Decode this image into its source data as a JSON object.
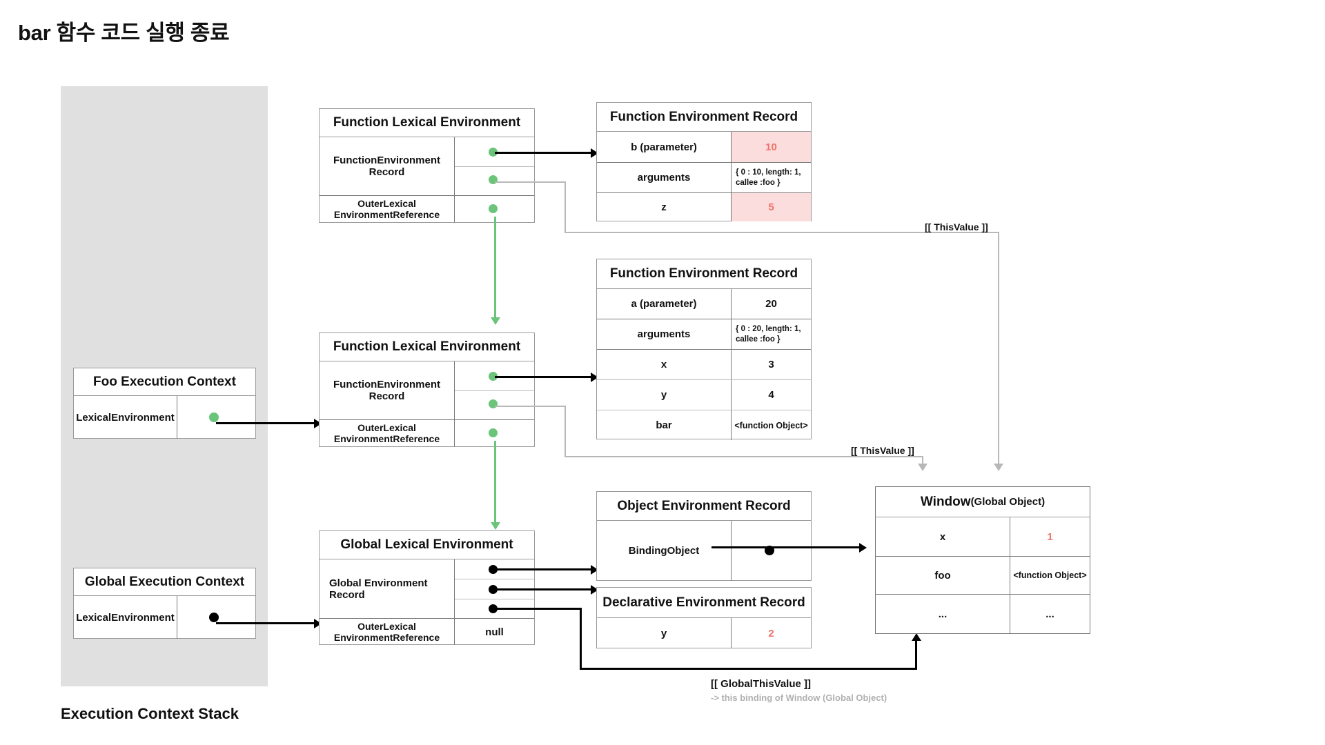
{
  "title": "bar 함수 코드 실행 종료",
  "stack": {
    "caption": "Execution Context Stack",
    "contexts": [
      {
        "title": "Foo Execution Context",
        "field": "LexicalEnvironment",
        "pointer": "green-dot"
      },
      {
        "title": "Global Execution Context",
        "field": "LexicalEnvironment",
        "pointer": "black-dot"
      }
    ]
  },
  "lexical_environments": {
    "bar": {
      "title": "Function Lexical Environment",
      "record_label": "FunctionEnvironment Record",
      "outer_label": "OuterLexical EnvironmentReference"
    },
    "foo": {
      "title": "Function Lexical Environment",
      "record_label": "FunctionEnvironment Record",
      "outer_label": "OuterLexical EnvironmentReference"
    },
    "global": {
      "title": "Global Lexical Environment",
      "record_label": "Global Environment Record",
      "outer_label": "OuterLexical EnvironmentReference",
      "outer_value": "null"
    }
  },
  "records": {
    "bar_fer": {
      "title": "Function Environment Record",
      "rows": [
        {
          "key": "b (parameter)",
          "value": "10",
          "highlight": true
        },
        {
          "key": "arguments",
          "value": "{ 0 : 10, length: 1, callee :foo }",
          "highlight": false
        },
        {
          "key": "z",
          "value": "5",
          "highlight": true
        }
      ]
    },
    "foo_fer": {
      "title": "Function Environment Record",
      "rows": [
        {
          "key": "a (parameter)",
          "value": "20",
          "highlight": false
        },
        {
          "key": "arguments",
          "value": "{ 0 : 20, length: 1, callee :foo }",
          "highlight": false
        },
        {
          "key": "x",
          "value": "3",
          "highlight": false
        },
        {
          "key": "y",
          "value": "4",
          "highlight": false
        },
        {
          "key": "bar",
          "value": "<function Object>",
          "highlight": false
        }
      ]
    },
    "object_er": {
      "title": "Object Environment Record",
      "rows": [
        {
          "key": "BindingObject",
          "value": "",
          "highlight": false
        }
      ]
    },
    "declarative_er": {
      "title": "Declarative Environment Record",
      "rows": [
        {
          "key": "y",
          "value": "2",
          "highlight": true
        }
      ]
    },
    "window": {
      "title_main": "Window",
      "title_sub": "(Global Object)",
      "rows": [
        {
          "key": "x",
          "value": "1",
          "highlight": true
        },
        {
          "key": "foo",
          "value": "<function Object>",
          "highlight": false
        },
        {
          "key": "...",
          "value": "...",
          "highlight": false
        }
      ]
    }
  },
  "annotations": {
    "this_value_top": "[[ ThisValue ]]",
    "this_value_mid": "[[ ThisValue ]]",
    "global_this_value": "[[ GlobalThisValue ]]",
    "global_this_value_sub": "-> this binding of Window (Global Object)"
  },
  "colors": {
    "green_pointer": "#6cc47b",
    "black_pointer": "#000000",
    "highlight_bg": "#fbdddd",
    "highlight_text": "#f0736b",
    "stack_bg": "#e0e0e0",
    "gray_line": "#b8b8b8"
  }
}
